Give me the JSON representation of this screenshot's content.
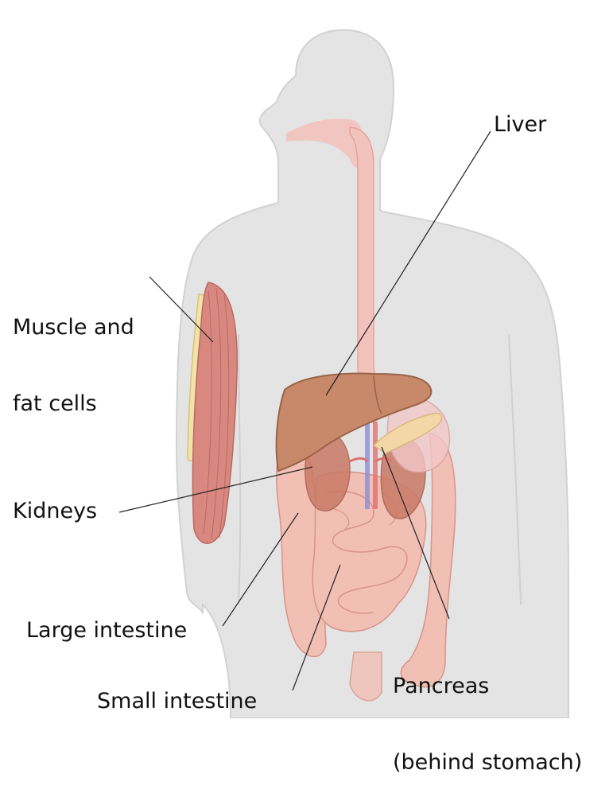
{
  "diagram": {
    "labels": {
      "liver": "Liver",
      "muscle_fat_line1": "Muscle and",
      "muscle_fat_line2": "fat cells",
      "kidneys": "Kidneys",
      "large_intestine": "Large intestine",
      "pancreas_line1": "Pancreas",
      "pancreas_line2": "(behind stomach)",
      "small_intestine": "Small intestine"
    },
    "colors": {
      "body": "#e4e4e4",
      "body_outline": "#cfcfcf",
      "esophagus": "#f2c2bd",
      "muscle": "#d98880",
      "fat": "#f3e3a8",
      "liver": "#c7896a",
      "kidney": "#c97a66",
      "intestine": "#f1bfb4",
      "pancreas": "#f4d7a6",
      "vessel_blue": "#8f8fd6",
      "vessel_red": "#e07070"
    }
  }
}
